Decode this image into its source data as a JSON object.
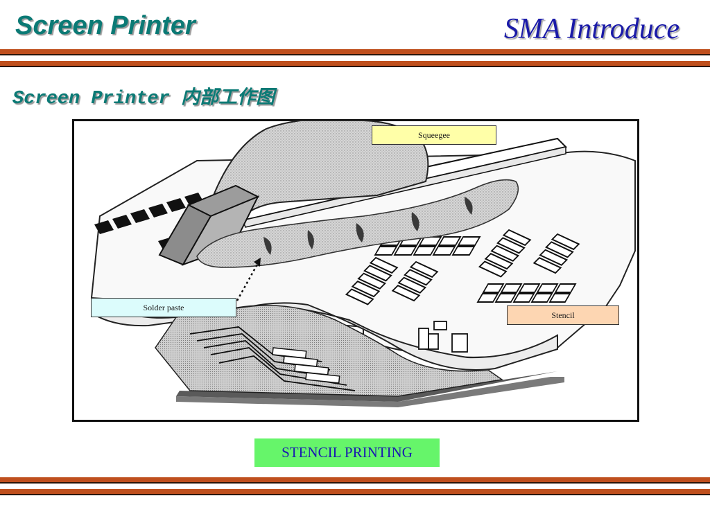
{
  "header": {
    "title": "Screen Printer",
    "brand": "SMA Introduce"
  },
  "subtitle": "Screen Printer 内部工作图",
  "figure": {
    "callouts": {
      "squeegee": "Squeegee",
      "solder_paste": "Solder paste",
      "stencil": "Stencil"
    }
  },
  "caption": "STENCIL PRINTING",
  "colors": {
    "title_teal": "#0b7a75",
    "brand_blue": "#1a1aa8",
    "rule_orange": "#c0501a",
    "squeegee_box": "#ffffa8",
    "solder_box": "#dcfcfc",
    "stencil_box": "#fdd6b2",
    "caption_green": "#66f56a"
  }
}
